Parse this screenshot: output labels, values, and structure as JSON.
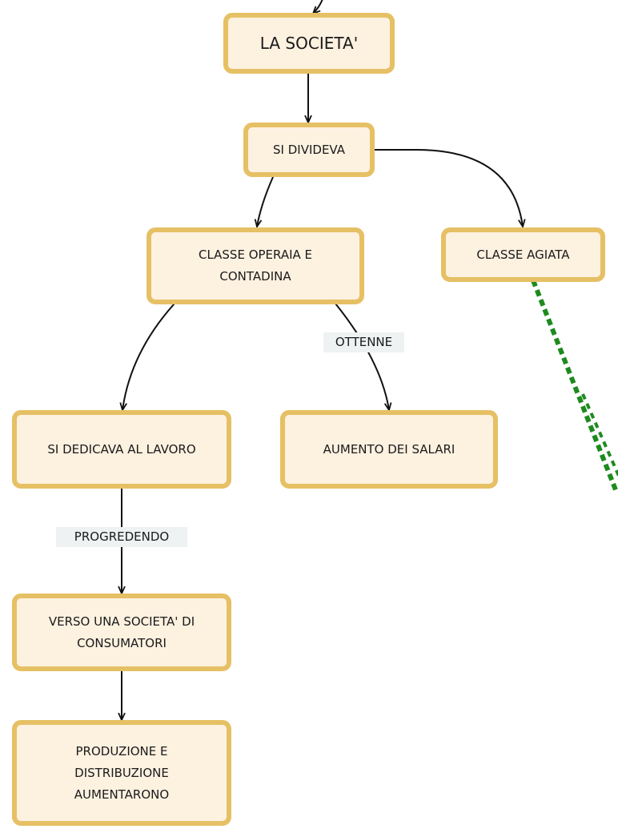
{
  "map": {
    "nodes": {
      "la_societa": "LA SOCIETA'",
      "si_divideva": "SI DIVIDEVA",
      "classe_operaia": "CLASSE OPERAIA E\nCONTADINA",
      "classe_agiata": "CLASSE AGIATA",
      "si_dedicava": "SI DEDICAVA AL LAVORO",
      "aumento_salari": "AUMENTO DEI SALARI",
      "verso_societa": "VERSO UNA SOCIETA' DI\nCONSUMATORI",
      "produzione": "PRODUZIONE E\nDISTRIBUZIONE\nAUMENTARONO"
    },
    "edge_labels": {
      "ottenne": "OTTENNE",
      "progredendo": "PROGREDENDO"
    }
  },
  "colors": {
    "node_fill": "#fdf1e0",
    "node_border": "#e6c064",
    "connector": "#111111",
    "dashed_link": "#1e8a1e",
    "edge_label_bg": "#eef2f2"
  }
}
